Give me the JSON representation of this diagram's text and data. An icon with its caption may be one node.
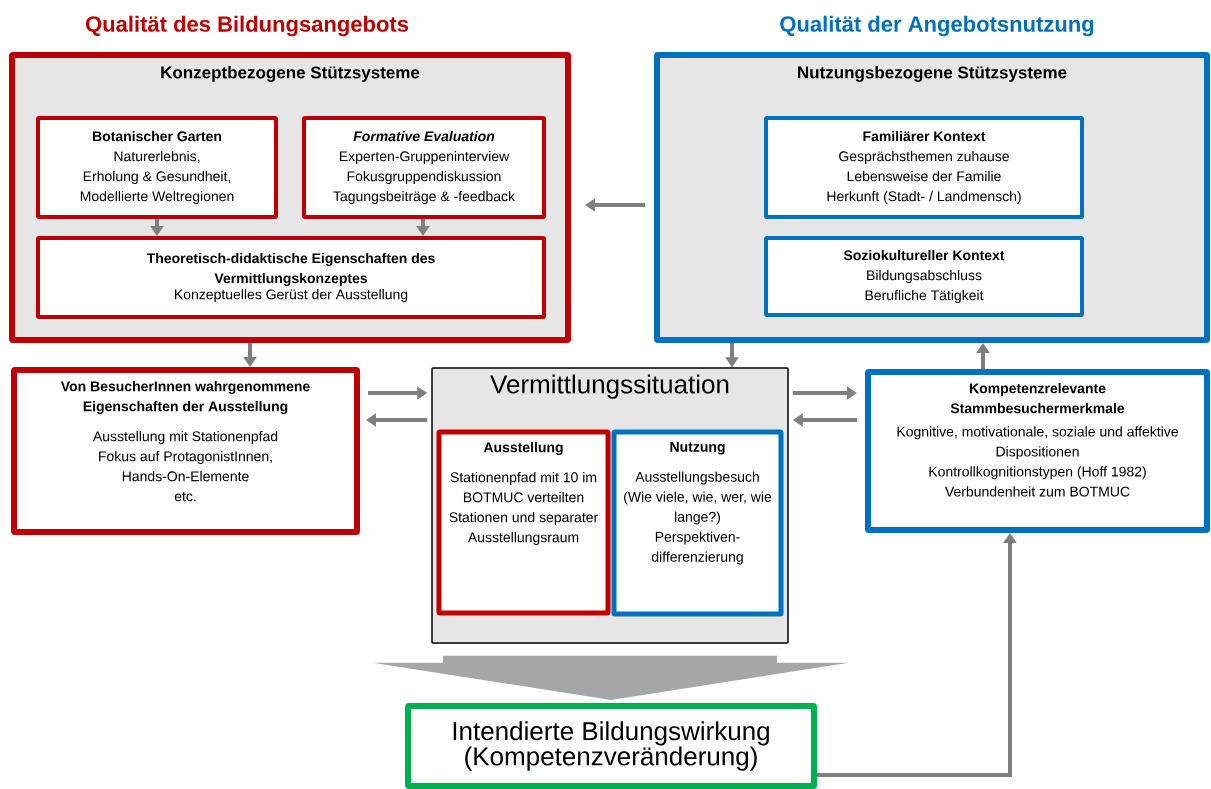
{
  "diagram": {
    "nodes": [
      {
        "text": [
          "Konzeptbezogene Stützsysteme"
        ]
      },
      {
        "text": [
          "Botanischer Garten",
          "Naturerlebnis,",
          "Erholung & Gesundheit,",
          "Modellierte Weltregionen"
        ],
        "in": 0
      },
      {
        "text": [
          "Formative Evaluation",
          "Experten-Gruppeninterview",
          "Fokusgruppendiskussion",
          "Tagungsbeiträge & -feedback"
        ],
        "in": 0
      },
      {
        "text": [
          "Theoretisch-didaktische Eigenschaften des Vermittlungskonzeptes",
          "Konzeptuelles Gerüst der Ausstellung"
        ],
        "in": 0
      },
      {
        "text": [
          "Nutzungsbezogene Stützsysteme"
        ]
      },
      {
        "text": [
          "Familiärer Kontext",
          "Gesprächsthemen zuhause",
          "Lebensweise der Familie",
          "Herkunft (Stadt- / Landmensch)"
        ],
        "in": 4
      },
      {
        "text": [
          "Soziokultureller Kontext",
          "Bildungsabschluss",
          "Berufliche Tätigkeit"
        ],
        "in": 4
      },
      {
        "text": [
          "Von BesucherInnen wahrgenommene Eigenschaften der Ausstellung",
          "Ausstellung mit Stationenpfad",
          "Fokus auf ProtagonistInnen,",
          "Hands-On-Elemente",
          "etc."
        ]
      },
      {
        "text": [
          "Vermittlungssituation"
        ]
      },
      {
        "text": [
          "Ausstellung",
          "Stationenpfad mit 10 im BOTMUC verteilten Stationen und separater Ausstellungsraum"
        ],
        "in": 8
      },
      {
        "text": [
          "Nutzung",
          "Ausstellungsbesuch (Wie viele, wie, wer, wie lange?)",
          "Perspektiven- differenzierung"
        ],
        "in": 8
      },
      {
        "text": [
          "Kompetenzrelevante Stammbesuchermerkmale",
          "Kognitive, motivationale, soziale und affektive Dispositionen",
          "Kontrollkognitionstypen (Hoff 1982)",
          "Verbundenheit zum BOTMUC"
        ]
      },
      {
        "text": [
          "Intendierte Bildungswirkung (Kompetenzveränderung)"
        ]
      }
    ],
    "edges": [
      {
        "from": 1,
        "to": 3,
        "arrow": "to"
      },
      {
        "from": 2,
        "to": 3,
        "arrow": "to"
      },
      {
        "from": 4,
        "to": 0,
        "arrow": "to"
      },
      {
        "from": 0,
        "to": 7,
        "arrow": "to"
      },
      {
        "from": 4,
        "to": 8,
        "arrow": "to"
      },
      {
        "from": 11,
        "to": 4,
        "arrow": "to"
      },
      {
        "from": 7,
        "to": 8,
        "arrow": "to"
      },
      {
        "from": 8,
        "to": 7,
        "arrow": "to"
      },
      {
        "from": 8,
        "to": 11,
        "arrow": "to"
      },
      {
        "from": 11,
        "to": 8,
        "arrow": "to"
      },
      {
        "from": 8,
        "to": 12,
        "arrow": "to",
        "style": "thick"
      },
      {
        "from": 12,
        "to": 11,
        "arrow": "to"
      }
    ],
    "labels": [
      "Qualität des Bildungsangebots",
      "Qualität der Angebotsnutzung"
    ]
  }
}
